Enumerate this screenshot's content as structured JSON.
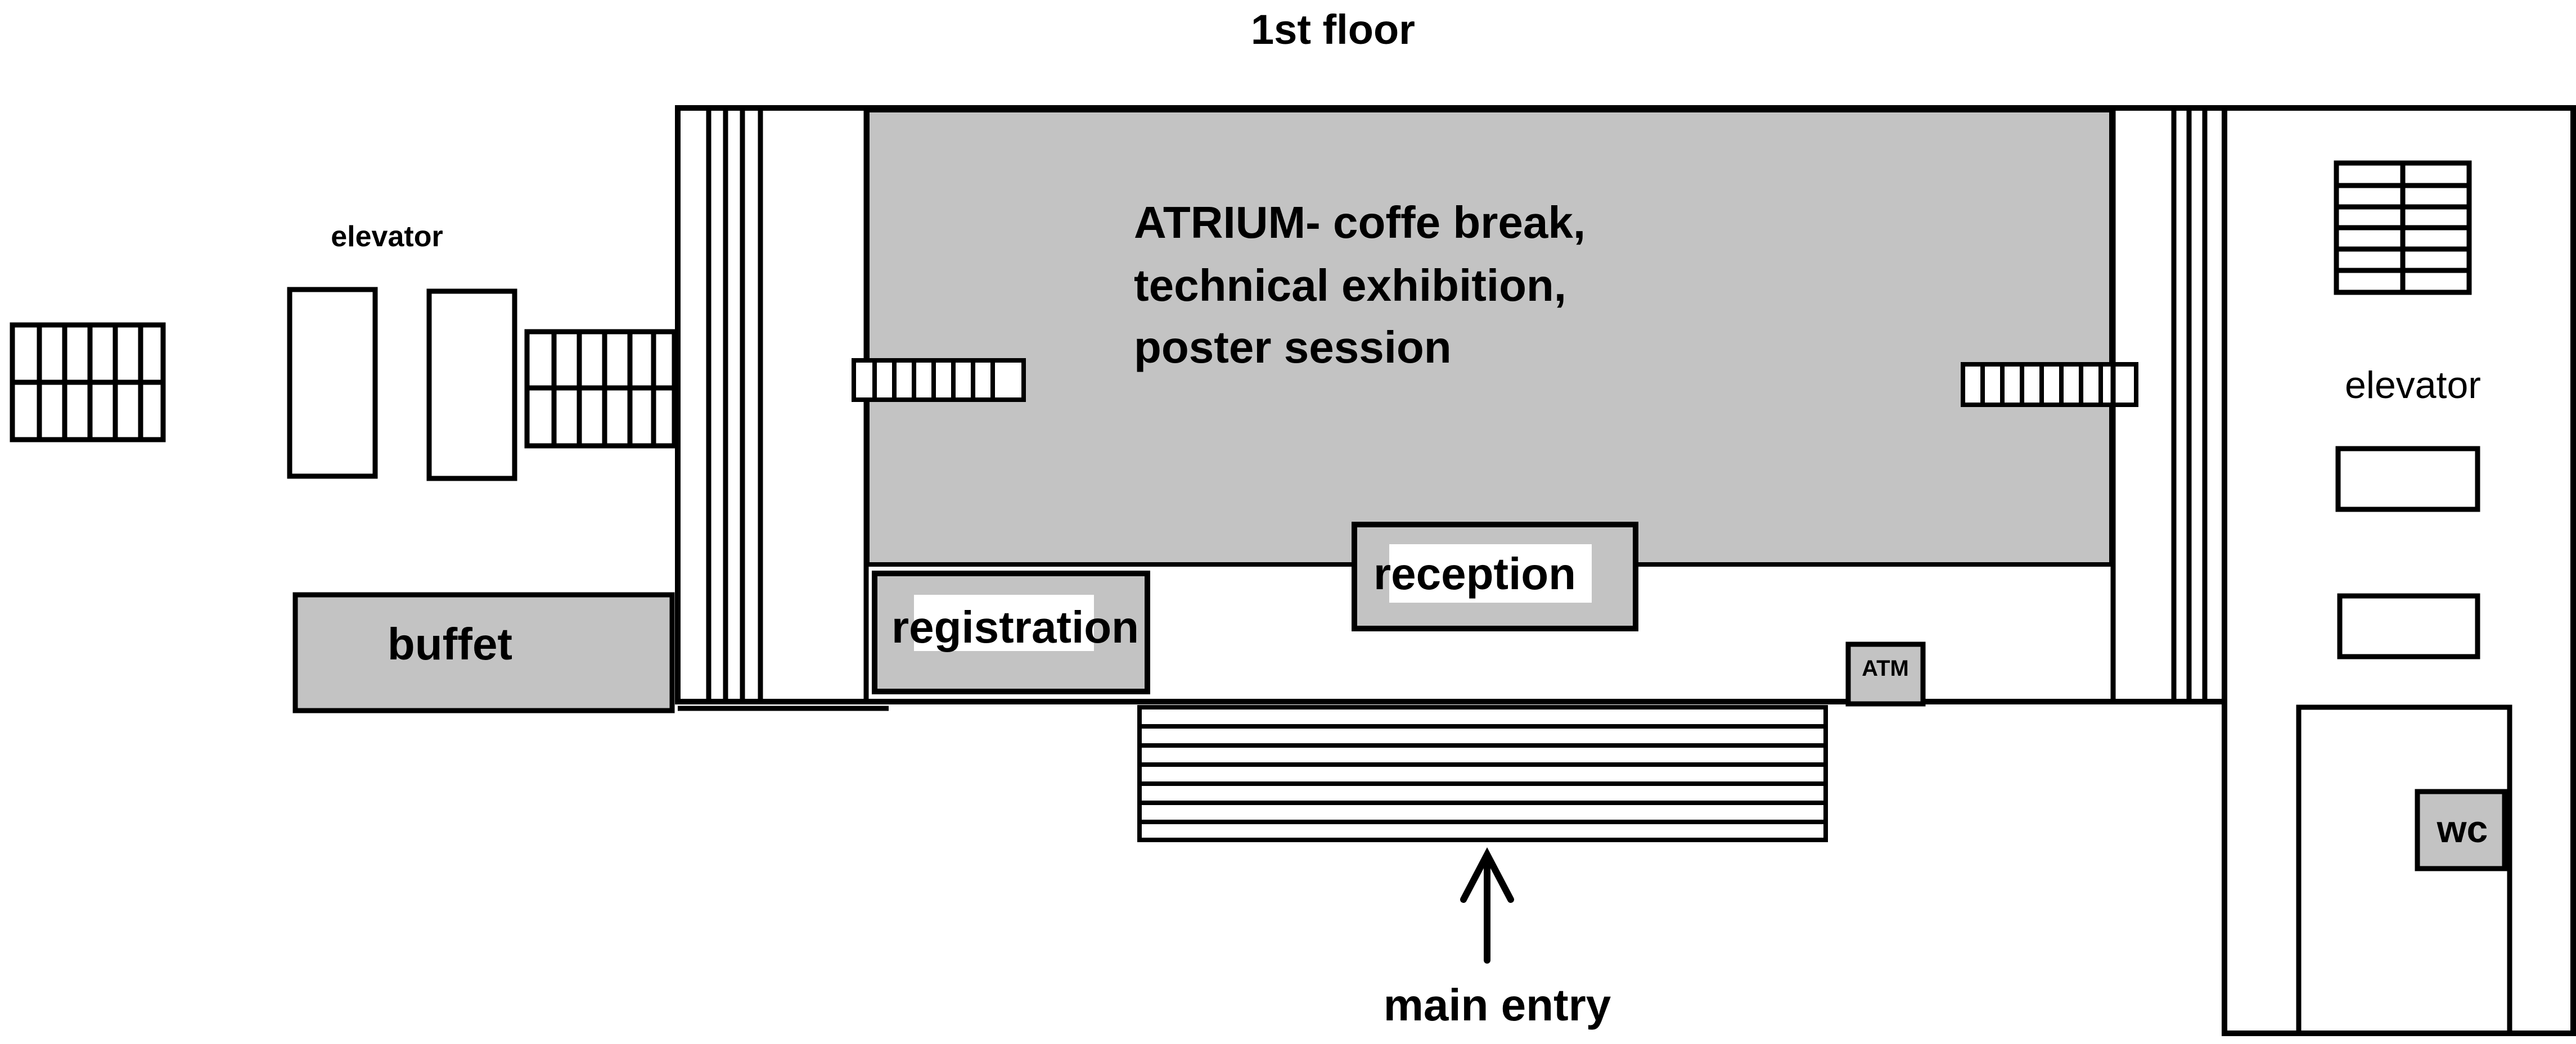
{
  "title": "1st floor",
  "colors": {
    "room_fill": "#c3c3c3",
    "line": "#000000",
    "background": "#ffffff"
  },
  "labels": {
    "elevator_left": "elevator",
    "elevator_right": "elevator",
    "atrium_line1": "ATRIUM- coffe break,",
    "atrium_line2": "technical exhibition,",
    "atrium_line3": "poster session",
    "buffet": "buffet",
    "registration": "registration",
    "reception": "reception",
    "atm": "ATM",
    "wc": "wc",
    "main_entry": "main entry"
  },
  "icons": {
    "entry_arrow": "arrow-up-icon"
  }
}
